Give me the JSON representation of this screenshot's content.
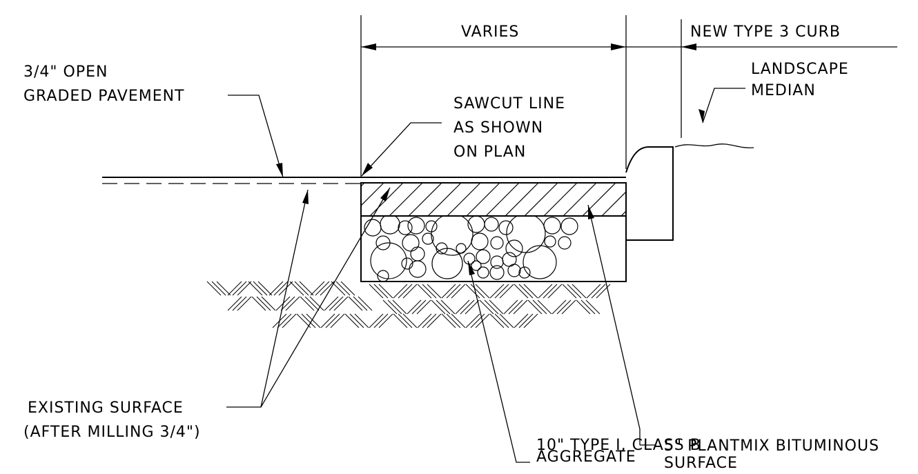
{
  "labels": {
    "dimension_varies": "VARIES",
    "new_curb": "NEW TYPE 3 CURB",
    "open_graded_1": "3/4\" OPEN",
    "open_graded_2": "GRADED PAVEMENT",
    "landscape_1": "LANDSCAPE",
    "landscape_2": "MEDIAN",
    "sawcut_1": "SAWCUT LINE",
    "sawcut_2": "AS SHOWN",
    "sawcut_3": "ON PLAN",
    "existing_1": "EXISTING SURFACE",
    "existing_2": "(AFTER MILLING 3/4\")",
    "plantmix_1": "5\" PLANTMIX BITUMINOUS",
    "plantmix_2": "SURFACE",
    "aggregate_1": "10\" TYPE I, CLASS B",
    "aggregate_2": "AGGREGATE"
  },
  "colors": {
    "line": "#000000",
    "background": "#ffffff"
  }
}
